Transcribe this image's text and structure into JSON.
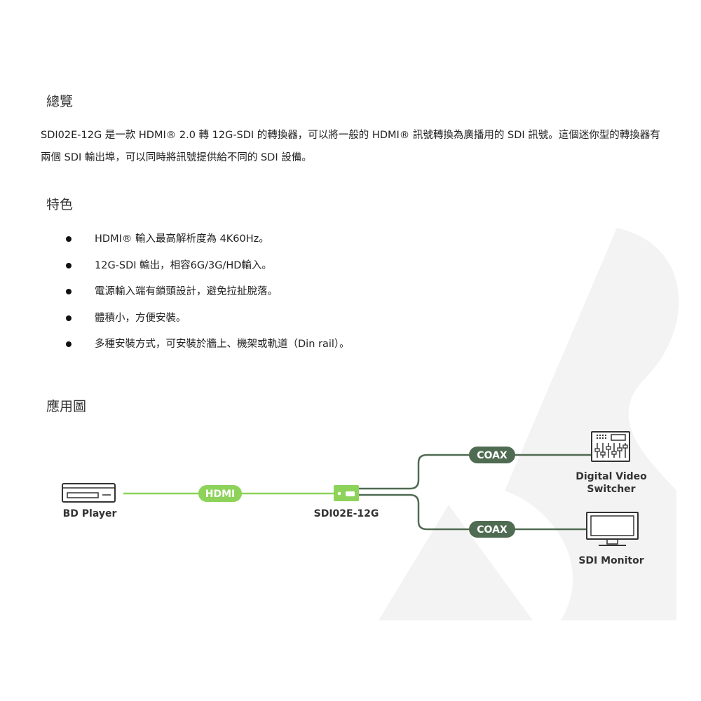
{
  "overview": {
    "heading": "總覽",
    "paragraph": "SDI02E-12G 是一款 HDMI® 2.0 轉 12G-SDI 的轉換器，可以將一般的 HDMI® 訊號轉換為廣播用的 SDI 訊號。這個迷你型的轉換器有兩個 SDI 輸出埠，可以同時將訊號提供給不同的 SDI 設備。"
  },
  "features": {
    "heading": "特色",
    "items": [
      "HDMI® 輸入最高解析度為 4K60Hz。",
      "12G-SDI 輸出，相容6G/3G/HD輸入。",
      "電源輸入端有鎖頭設計，避免拉扯脫落。",
      "體積小，方便安裝。",
      "多種安裝方式，可安裝於牆上、機架或軌道（Din rail）。"
    ]
  },
  "application": {
    "heading": "應用圖",
    "source_label": "BD Player",
    "hdmi_label": "HDMI",
    "device_label": "SDI02E-12G",
    "coax_top_label": "COAX",
    "coax_bottom_label": "COAX",
    "switcher_label_line1": "Digital Video",
    "switcher_label_line2": "Switcher",
    "monitor_label": "SDI Monitor"
  },
  "colors": {
    "hdmi_green": "#8dd35a",
    "coax_green": "#4f6b52",
    "deco_gray": "#f2f2f2"
  }
}
